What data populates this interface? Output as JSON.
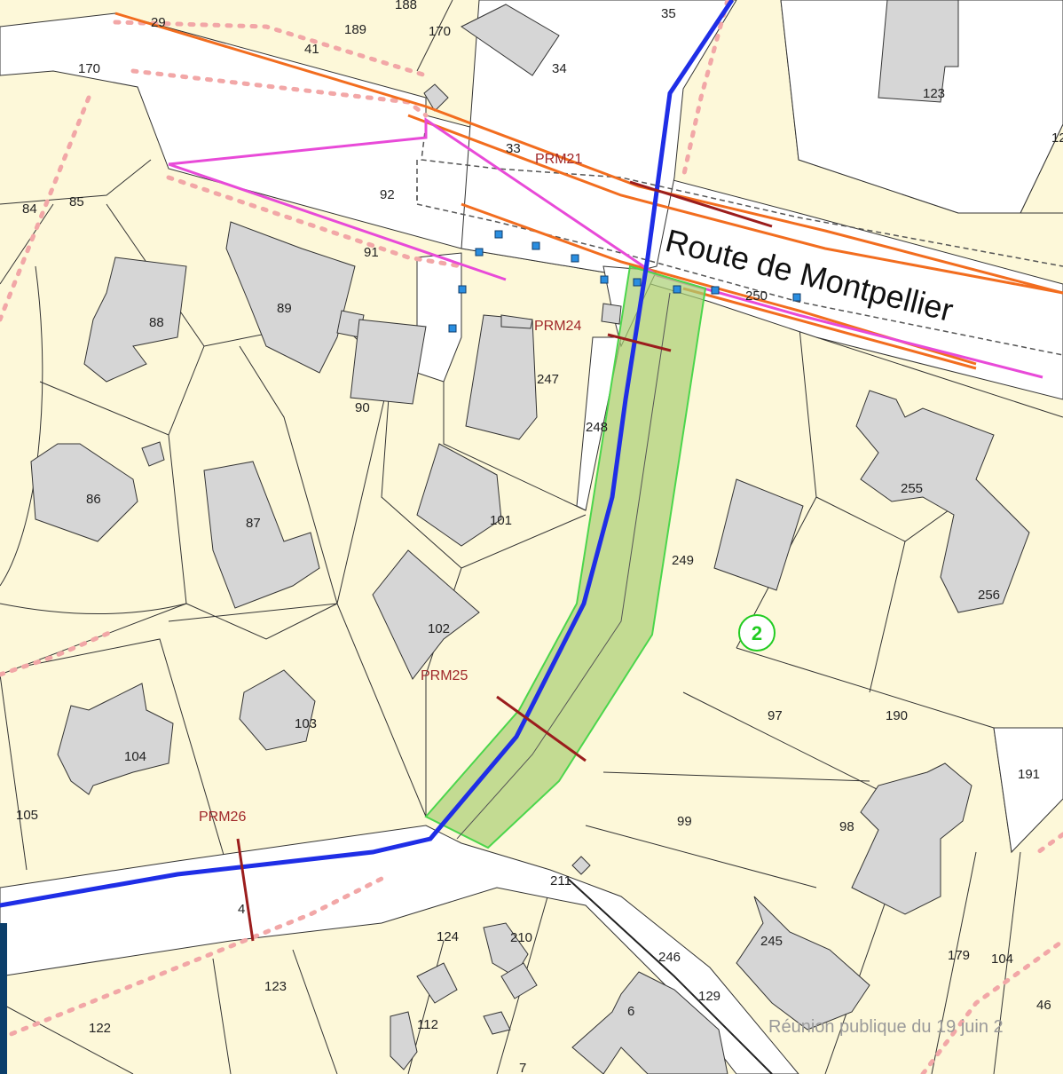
{
  "map": {
    "road_name": "Route de Montpellier",
    "footer_text": "Réunion publique du 19 juin 2",
    "zone_badge": "2",
    "parcel_labels": [
      "29",
      "188",
      "189",
      "170",
      "35",
      "41",
      "170",
      "34",
      "123",
      "12",
      "33",
      "92",
      "84",
      "85",
      "91",
      "88",
      "89",
      "250",
      "247",
      "90",
      "248",
      "255",
      "86",
      "87",
      "101",
      "249",
      "256",
      "102",
      "2",
      "97",
      "190",
      "103",
      "104",
      "105",
      "191",
      "99",
      "98",
      "211",
      "4",
      "124",
      "210",
      "246",
      "245",
      "179",
      "104",
      "123",
      "129",
      "6",
      "46",
      "122",
      "112",
      "7"
    ],
    "prm_labels": [
      "PRM21",
      "PRM24",
      "PRM25",
      "PRM26"
    ],
    "colors": {
      "parcel_fill": "#fdf8d9",
      "road_fill": "#ffffff",
      "building_fill": "#d6d6d6",
      "water_line": "#1f2ee6",
      "orange_line": "#f26d1f",
      "magenta_line": "#e84ad8",
      "dotted_pink": "#f2a7a7",
      "zone_green": "#a9cf74",
      "prm_cut": "#9b1d1d",
      "badge_green": "#22cc22"
    }
  }
}
